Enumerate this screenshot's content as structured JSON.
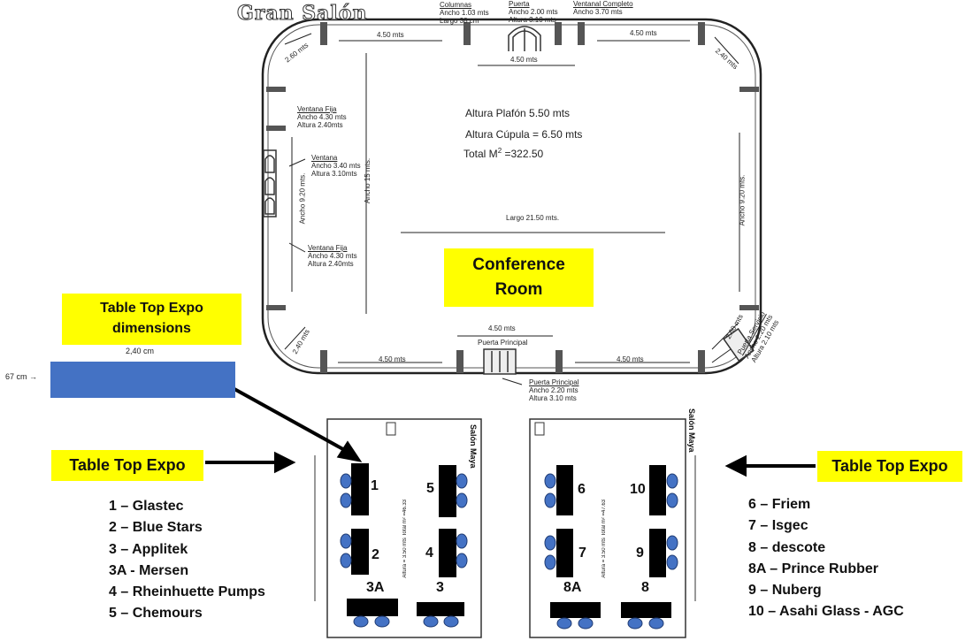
{
  "hall": {
    "title": "Gran Salón",
    "columnas": [
      "Columnas",
      "Ancho 1.03 mts",
      "Largo 38 cm"
    ],
    "puerta_top": [
      "Puerta",
      "Ancho 2.00 mts",
      "Altura 3.10 mts"
    ],
    "ventanal": [
      "Ventanal Completo",
      "Ancho 3.70 mts"
    ],
    "ventana_fija_1": [
      "Ventana Fija",
      "Ancho 4.30 mts",
      "Altura 2.40mts"
    ],
    "ventana": [
      "Ventana",
      "Ancho 3.40 mts",
      "Altura 3.10mts"
    ],
    "ventana_fija_2": [
      "Ventana Fija",
      "Ancho 4.30 mts",
      "Altura 2.40mts"
    ],
    "puerta_principal_label": "Puerta Principal",
    "puerta_principal_dims": [
      "Puerta Principal",
      "Ancho 2.20 mts",
      "Altura 3.10 mts"
    ],
    "puerta_servicio": [
      "Puerta Servicio",
      "Ancho 2.20 mts",
      "Altura 2.10 mts"
    ],
    "dim_450": "4.50 mts",
    "dim_260": "2.60 mts",
    "dim_240": "2.40 mts",
    "dim_920": "Ancho 9.20 mts.",
    "dim_largo": "Largo 21.50 mts.",
    "dim_ancho15": "Ancho 15 mts.",
    "altura_plafon": "Altura Plafón 5.50 mts",
    "altura_cupula": "Altura Cúpula = 6.50 mts",
    "total_m2_prefix": "Total M",
    "total_m2_sup": "2",
    "total_m2_value": " =322.50",
    "conference_line1": "Conference",
    "conference_line2": "Room"
  },
  "table_dims": {
    "title_line1": "Table Top Expo",
    "title_line2": "dimensions",
    "width": "2,40 cm",
    "height": "67 cm →"
  },
  "left_label": "Table Top Expo",
  "right_label": "Table Top Expo",
  "left_list": [
    "1 – Glastec",
    "2 – Blue Stars",
    "3 – Applitek",
    "3A - Mersen",
    "4 – Rheinhuette Pumps",
    "5 – Chemours"
  ],
  "right_list": [
    "6 – Friem",
    "7 – Isgec",
    "8 – descote",
    "8A – Prince Rubber",
    "9 – Nuberg",
    "10 – Asahi Glass - AGC"
  ],
  "room_left": {
    "numbers": [
      "1",
      "5",
      "2",
      "4",
      "3A",
      "3"
    ],
    "side_text": "Salón Maya",
    "area_text": "Altura = 3.50 mts  Total m² =46.33"
  },
  "room_right": {
    "numbers": [
      "6",
      "10",
      "7",
      "9",
      "8A",
      "8"
    ],
    "side_text": "Salón Maya",
    "area_text": "Altura = 3.50 mts  Total m² =47.63"
  },
  "colors": {
    "highlight": "#ffff00",
    "table_blue": "#4472c4",
    "chair_blue": "#4472c4",
    "table_black": "#000000"
  }
}
